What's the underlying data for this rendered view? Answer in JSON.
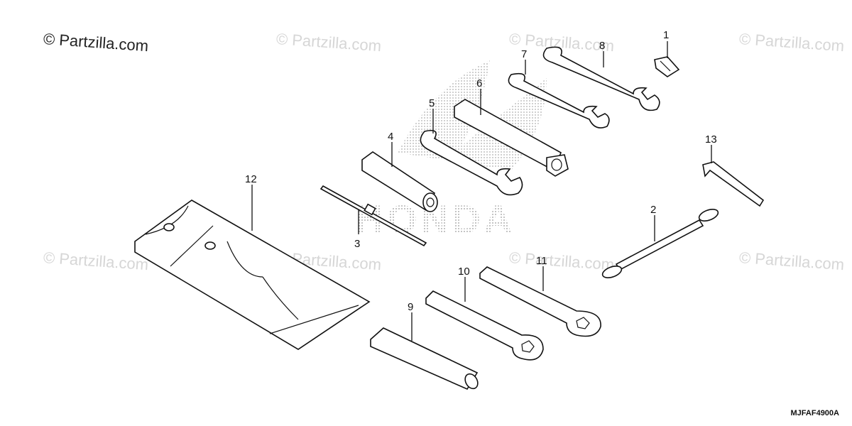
{
  "brand": "© Partzilla.com",
  "watermark_text": "© Partzilla.com",
  "logo_watermark": "HONDA",
  "reference_code": "MJFAF4900A",
  "callouts": [
    "1",
    "2",
    "3",
    "4",
    "5",
    "6",
    "7",
    "8",
    "9",
    "10",
    "11",
    "12",
    "13"
  ],
  "colors": {
    "line": "#111111",
    "watermark": "#d6d6d6",
    "background": "#ffffff"
  }
}
